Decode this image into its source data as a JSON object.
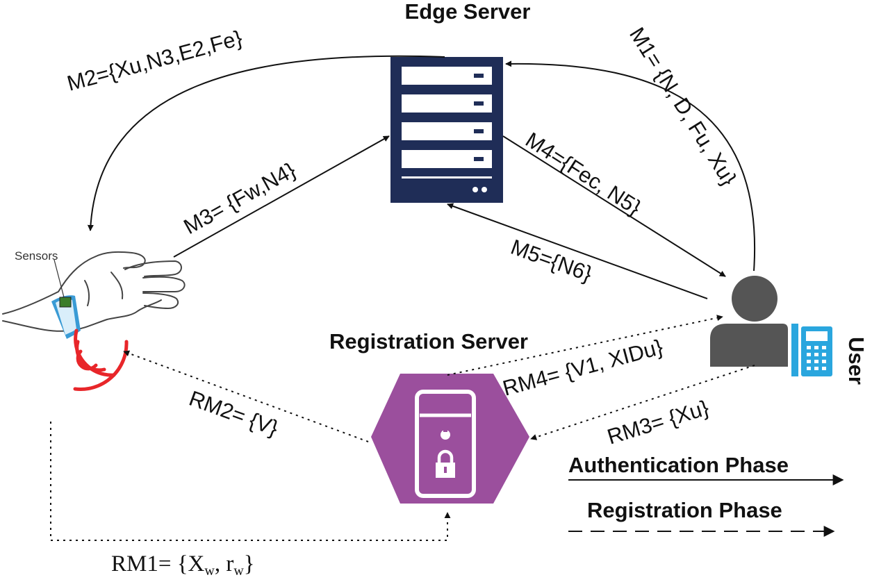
{
  "nodes": {
    "edge_server": "Edge Server",
    "registration_server": "Registration Server",
    "user": "User",
    "sensors": "Sensors"
  },
  "messages": {
    "m1": "M1= {N, D, Fu, Xu}",
    "m2": "M2={Xu,N3,E2,Fe}",
    "m3": "M3= {Fw,N4}",
    "m4": "M4={Fec, N5}",
    "m5": "M5={N6}",
    "rm1_prefix": "RM1= {X",
    "rm1_sub1": "w",
    "rm1_mid": ", r",
    "rm1_sub2": "w",
    "rm1_suffix": "}",
    "rm2": "RM2= {V}",
    "rm3": "RM3= {Xu}",
    "rm4": "RM4= {V1, XIDu}"
  },
  "legend": {
    "authentication": "Authentication Phase",
    "registration": "Registration Phase"
  },
  "colors": {
    "server_navy": "#1f2d57",
    "registration_purple": "#9b4f9d",
    "user_gray": "#555555",
    "phone_blue": "#2aa6de",
    "signal_red": "#e8262a",
    "wristband_blue": "#3a9bd5"
  },
  "icons": [
    "server-icon",
    "lock-server-icon",
    "user-icon",
    "phone-icon",
    "hand-wristband-icon",
    "signal-waves-icon"
  ]
}
